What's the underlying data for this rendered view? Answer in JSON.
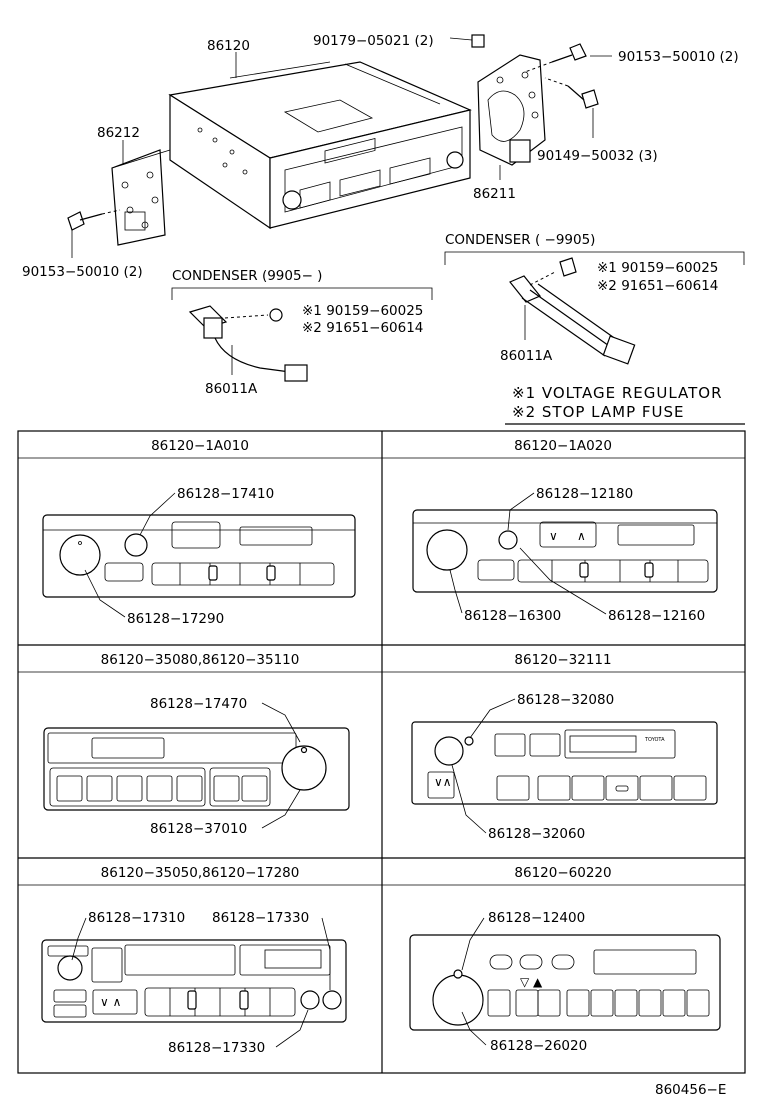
{
  "top": {
    "part_86120": "86120",
    "part_86212": "86212",
    "part_86211": "86211",
    "bolt_90179": "90179−05021 (2)",
    "bolt_90153_right": "90153−50010 (2)",
    "bolt_90149": "90149−50032 (3)",
    "bolt_90153_left": "90153−50010 (2)",
    "condenser_left": {
      "title": "CONDENSER (9905−         )",
      "ref1": "※1 90159−60025",
      "ref2": "※2 91651−60614",
      "part": "86011A"
    },
    "condenser_right": {
      "title": "CONDENSER (          −9905)",
      "ref1": "※1 90159−60025",
      "ref2": "※2 91651−60614",
      "part": "86011A"
    },
    "note1": "※1 VOLTAGE  REGULATOR",
    "note2": "※2 STOP  LAMP  FUSE"
  },
  "grid": {
    "cells": [
      {
        "header": "86120−1A010",
        "labels": [
          "86128−17410",
          "86128−17290"
        ]
      },
      {
        "header": "86120−1A020",
        "labels": [
          "86128−12180",
          "86128−16300",
          "86128−12160"
        ]
      },
      {
        "header": "86120−35080,86120−35110",
        "labels": [
          "86128−17470",
          "86128−37010"
        ]
      },
      {
        "header": "86120−32111",
        "labels": [
          "86128−32080",
          "86128−32060"
        ],
        "brand": "TOYOTA"
      },
      {
        "header": "86120−35050,86120−17280",
        "labels": [
          "86128−17310",
          "86128−17330",
          "86128−17330"
        ]
      },
      {
        "header": "86120−60220",
        "labels": [
          "86128−12400",
          "86128−26020"
        ]
      }
    ]
  },
  "footer": {
    "code": "860456−E"
  }
}
